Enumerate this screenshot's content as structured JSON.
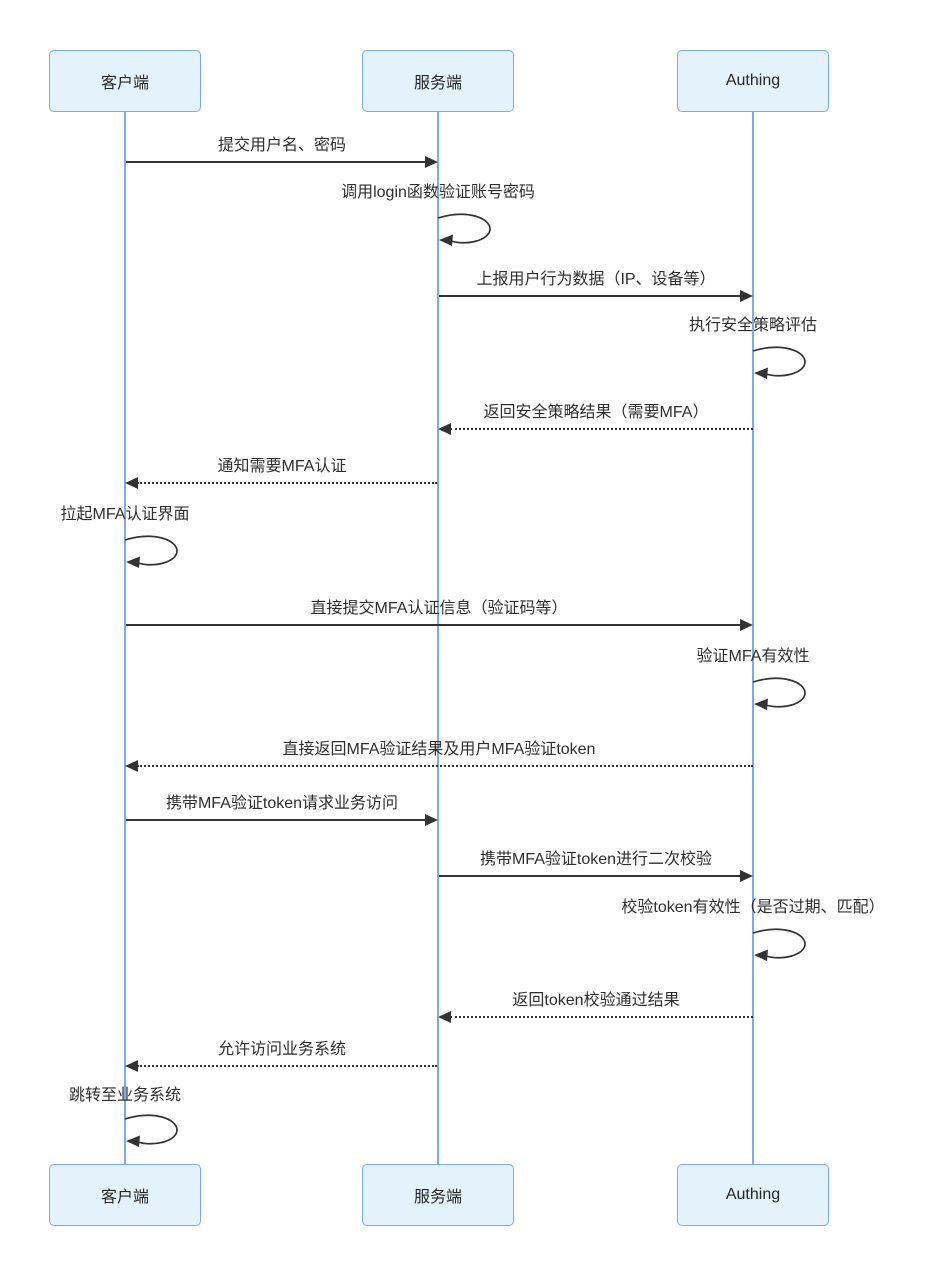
{
  "diagram": {
    "type": "sequence",
    "participants": [
      {
        "id": "client",
        "label": "客户端"
      },
      {
        "id": "server",
        "label": "服务端"
      },
      {
        "id": "authing",
        "label": "Authing"
      }
    ],
    "messages": [
      {
        "from": "client",
        "to": "server",
        "style": "solid",
        "text": "提交用户名、密码"
      },
      {
        "from": "server",
        "to": "server",
        "style": "self",
        "text": "调用login函数验证账号密码"
      },
      {
        "from": "server",
        "to": "authing",
        "style": "solid",
        "text": "上报用户行为数据（IP、设备等）"
      },
      {
        "from": "authing",
        "to": "authing",
        "style": "self",
        "text": "执行安全策略评估"
      },
      {
        "from": "authing",
        "to": "server",
        "style": "dashed",
        "text": "返回安全策略结果（需要MFA）"
      },
      {
        "from": "server",
        "to": "client",
        "style": "dashed",
        "text": "通知需要MFA认证"
      },
      {
        "from": "client",
        "to": "client",
        "style": "self",
        "text": "拉起MFA认证界面"
      },
      {
        "from": "client",
        "to": "authing",
        "style": "solid",
        "text": "直接提交MFA认证信息（验证码等）"
      },
      {
        "from": "authing",
        "to": "authing",
        "style": "self",
        "text": "验证MFA有效性"
      },
      {
        "from": "authing",
        "to": "client",
        "style": "dashed",
        "text": "直接返回MFA验证结果及用户MFA验证token"
      },
      {
        "from": "client",
        "to": "server",
        "style": "solid",
        "text": "携带MFA验证token请求业务访问"
      },
      {
        "from": "server",
        "to": "authing",
        "style": "solid",
        "text": "携带MFA验证token进行二次校验"
      },
      {
        "from": "authing",
        "to": "authing",
        "style": "self",
        "text": "校验token有效性（是否过期、匹配）"
      },
      {
        "from": "authing",
        "to": "server",
        "style": "dashed",
        "text": "返回token校验通过结果"
      },
      {
        "from": "server",
        "to": "client",
        "style": "dashed",
        "text": "允许访问业务系统"
      },
      {
        "from": "client",
        "to": "client",
        "style": "self",
        "text": "跳转至业务系统"
      }
    ],
    "colors": {
      "actor_fill": "#E4F2FC",
      "actor_border": "#7CACE8",
      "lifeline": "#7CACE8",
      "arrow": "#333333",
      "text": "#2E2E2E",
      "background": "#FFFFFF"
    }
  }
}
